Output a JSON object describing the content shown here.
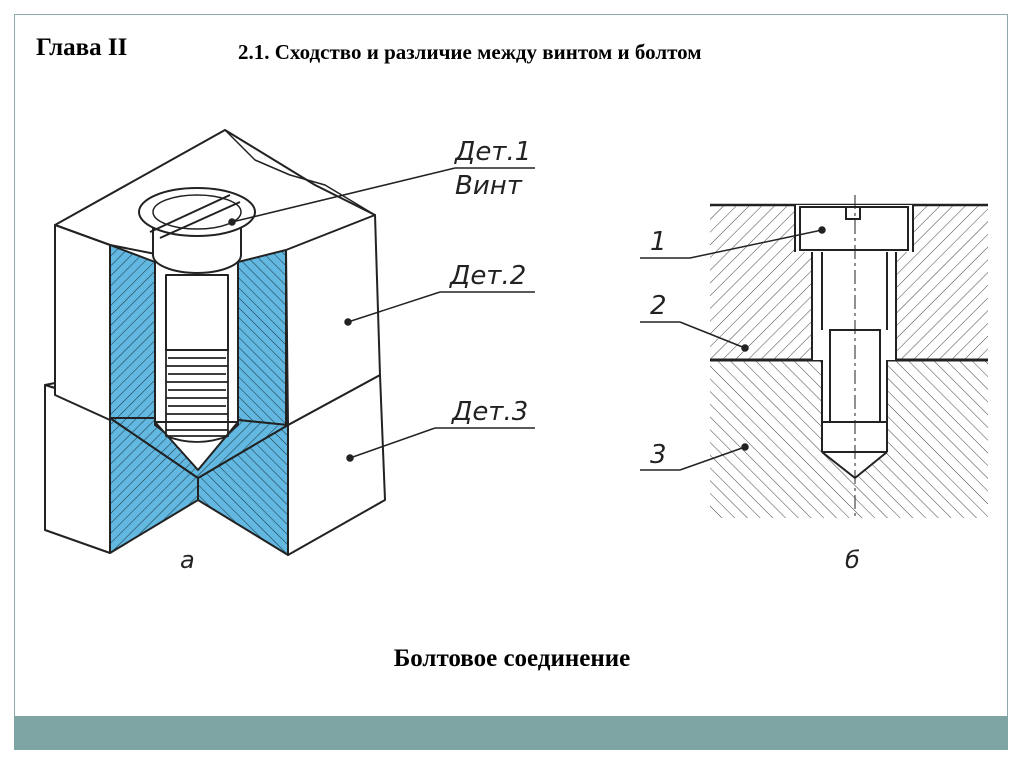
{
  "header": {
    "chapter": "Глава II",
    "section_title": "2.1. Сходство и различие между винтом и болтом"
  },
  "figure_a": {
    "label_det1": "Дет.1",
    "label_vint": "Винт",
    "label_det2": "Дет.2",
    "label_det3": "Дет.3",
    "sublabel": "а"
  },
  "figure_b": {
    "label_1": "1",
    "label_2": "2",
    "label_3": "3",
    "sublabel": "б"
  },
  "caption": "Болтовое соединение",
  "colors": {
    "section_fill": "#62b8e0",
    "footer_bar": "#7ea4a4",
    "frame_border": "#8fa7b0"
  }
}
